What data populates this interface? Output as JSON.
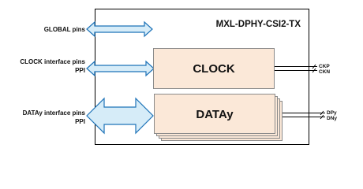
{
  "title": "MXL-DPHY-CSI2-TX",
  "interfaces": {
    "global": "GLOBAL pins",
    "clock_line1": "CLOCK interface pins",
    "clock_line2": "PPI",
    "data_line1": "DATAy interface pins",
    "data_line2": "PPI"
  },
  "blocks": {
    "clock": "CLOCK",
    "data": "DATAy"
  },
  "pins": {
    "ckp": "CKP",
    "ckn": "CKN",
    "dpy": "DPy",
    "dny": "DNy"
  },
  "colors": {
    "arrow_fill": "#d6ecf8",
    "arrow_stroke": "#1e73b8",
    "block_fill": "#fbe8d8",
    "block_stroke": "#8a8a8a",
    "outline": "#000000"
  }
}
